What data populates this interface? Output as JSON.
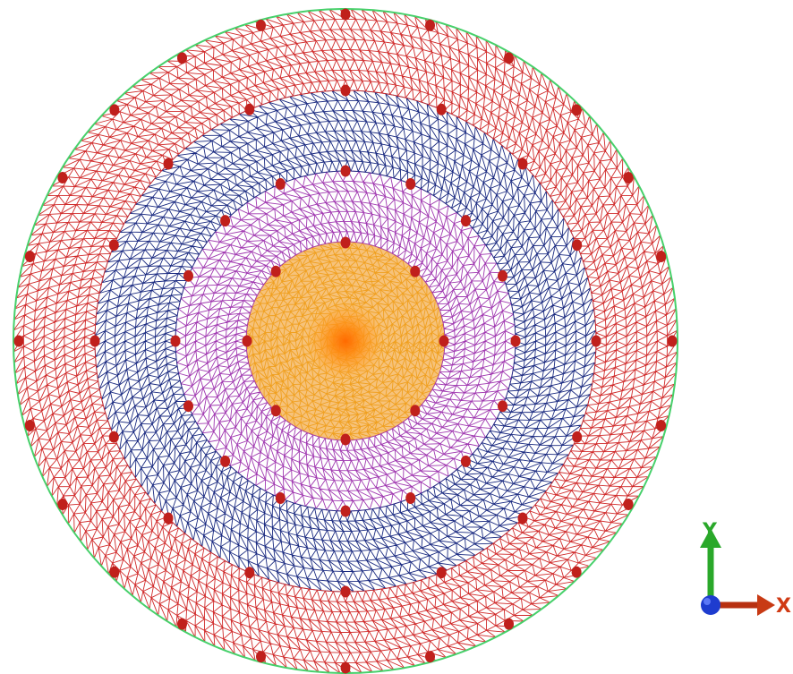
{
  "view": {
    "background": "#ffffff",
    "description_free": true
  },
  "mesh": {
    "type": "concentric-ring-triangle-mesh",
    "rings": [
      {
        "name": "core",
        "color": "#f0a020",
        "fill": "#f6c27a",
        "level": 1
      },
      {
        "name": "ring-2",
        "color": "#a038b0",
        "fill": "none",
        "level": 2
      },
      {
        "name": "ring-3",
        "color": "#1a2a80",
        "fill": "none",
        "level": 3
      },
      {
        "name": "ring-4",
        "color": "#d02a2a",
        "fill": "none",
        "level": 4
      }
    ],
    "boundary_color": "#46d06a",
    "node_color": "#c0201c",
    "node_counts": [
      8,
      16,
      16,
      24
    ],
    "center_glow_color": "#ff7a00"
  },
  "axes": {
    "y_label": "Y",
    "x_label": "X",
    "y_color": "#2aa82a",
    "x_color": "#d03a14",
    "origin_color": "#1e3ccf"
  }
}
